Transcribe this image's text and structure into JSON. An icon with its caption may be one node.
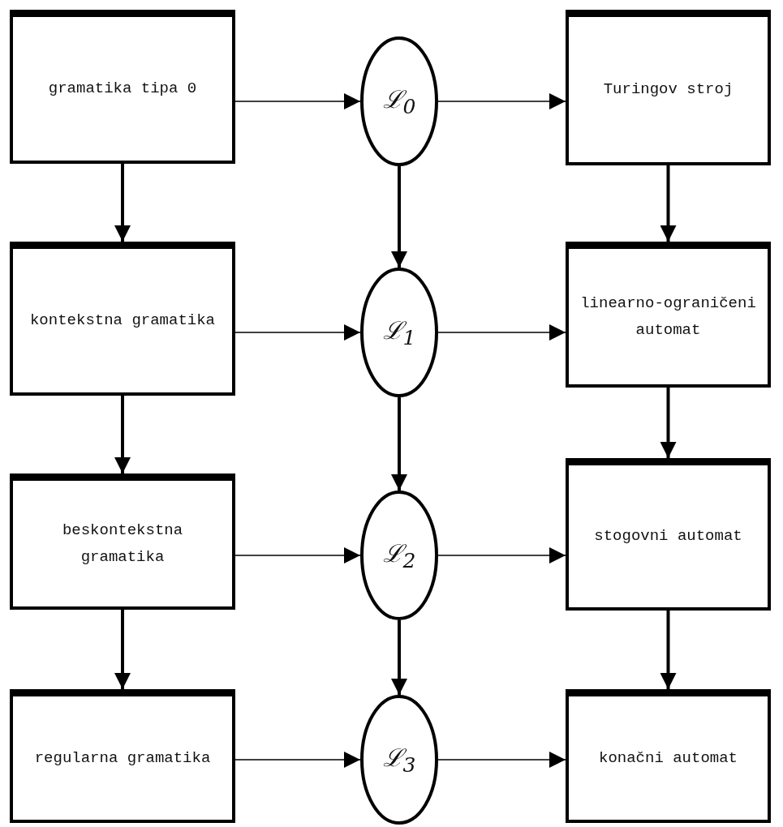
{
  "diagram": {
    "nodes": [
      {
        "text": [
          "gramatika tipa 0"
        ]
      },
      {
        "text": [
          "ℒ$_{0}$"
        ]
      },
      {
        "text": [
          "Turingov stroj"
        ]
      },
      {
        "text": [
          "kontekstna gramatika"
        ]
      },
      {
        "text": [
          "ℒ$_{1}$"
        ]
      },
      {
        "text": [
          "linearno-ograničeni automat"
        ]
      },
      {
        "text": [
          "beskontekstna gramatika"
        ]
      },
      {
        "text": [
          "ℒ$_{2}$"
        ]
      },
      {
        "text": [
          "stogovni automat"
        ]
      },
      {
        "text": [
          "regularna gramatika"
        ]
      },
      {
        "text": [
          "ℒ$_{3}$"
        ]
      },
      {
        "text": [
          "konačni automat"
        ]
      }
    ],
    "edges": [
      {
        "from": 0,
        "to": 1,
        "arrow": "to"
      },
      {
        "from": 1,
        "to": 2,
        "arrow": "to"
      },
      {
        "from": 3,
        "to": 4,
        "arrow": "to"
      },
      {
        "from": 4,
        "to": 5,
        "arrow": "to"
      },
      {
        "from": 6,
        "to": 7,
        "arrow": "to"
      },
      {
        "from": 7,
        "to": 8,
        "arrow": "to"
      },
      {
        "from": 9,
        "to": 10,
        "arrow": "to"
      },
      {
        "from": 10,
        "to": 11,
        "arrow": "to"
      },
      {
        "from": 0,
        "to": 3,
        "arrow": "to"
      },
      {
        "from": 3,
        "to": 6,
        "arrow": "to"
      },
      {
        "from": 6,
        "to": 9,
        "arrow": "to"
      },
      {
        "from": 1,
        "to": 4,
        "arrow": "to"
      },
      {
        "from": 4,
        "to": 7,
        "arrow": "to"
      },
      {
        "from": 7,
        "to": 10,
        "arrow": "to"
      },
      {
        "from": 2,
        "to": 5,
        "arrow": "to"
      },
      {
        "from": 5,
        "to": 8,
        "arrow": "to"
      },
      {
        "from": 8,
        "to": 11,
        "arrow": "to"
      }
    ]
  }
}
